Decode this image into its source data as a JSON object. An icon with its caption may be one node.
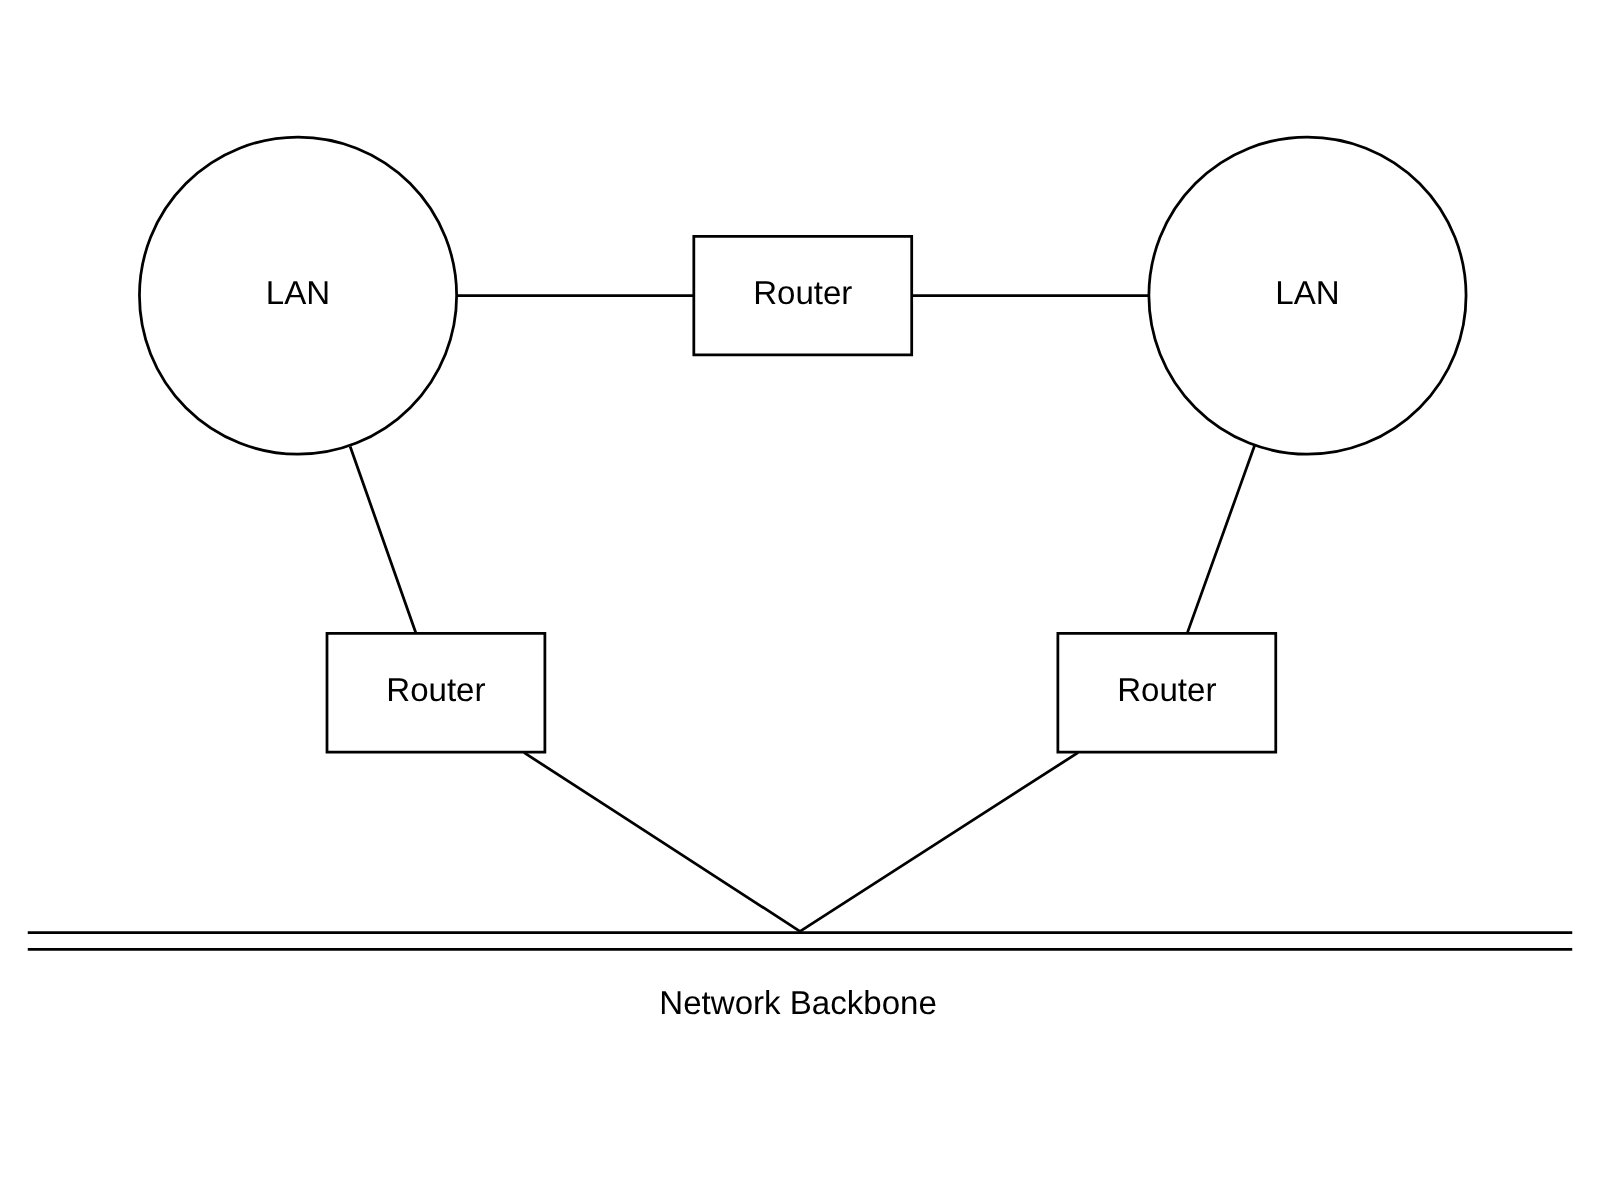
{
  "diagram": {
    "nodes": [
      {
        "text": [
          "LAN"
        ]
      },
      {
        "text": [
          "Router"
        ]
      },
      {
        "text": [
          "LAN"
        ]
      },
      {
        "text": [
          "Router"
        ]
      },
      {
        "text": [
          "Router"
        ]
      },
      {
        "text": [
          "Network Backbone"
        ]
      }
    ],
    "edges": [
      {
        "from": 0,
        "to": 1,
        "arrow": "none"
      },
      {
        "from": 1,
        "to": 2,
        "arrow": "none"
      },
      {
        "from": 0,
        "to": 3,
        "arrow": "none"
      },
      {
        "from": 2,
        "to": 4,
        "arrow": "none"
      },
      {
        "from": 3,
        "to": 5,
        "arrow": "none"
      },
      {
        "from": 4,
        "to": 5,
        "arrow": "none"
      }
    ]
  }
}
